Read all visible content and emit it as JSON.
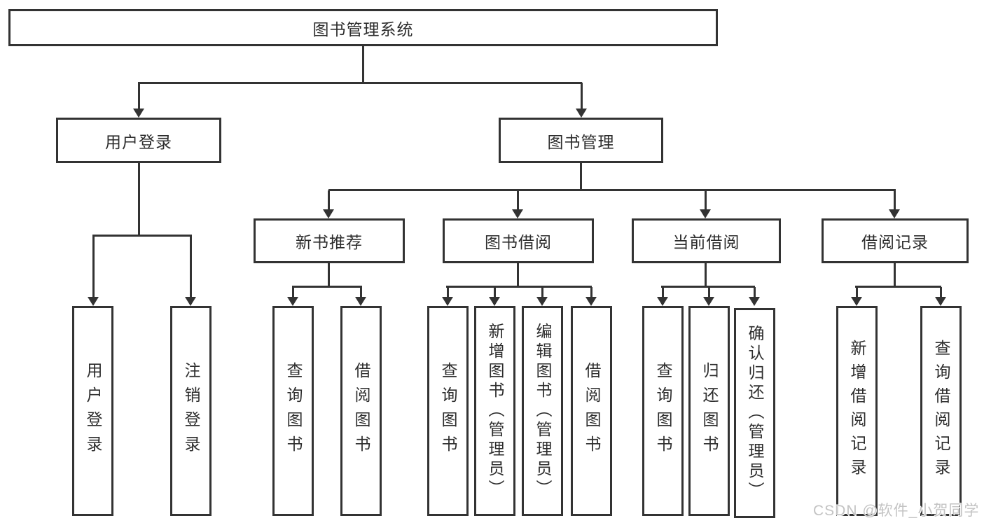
{
  "colors": {
    "line": "#333333",
    "text": "#2d2d2d",
    "watermark": "#c3c3c3",
    "background": "#ffffff"
  },
  "watermark": {
    "text": "CSDN @软件_小贺同学"
  },
  "nodes": {
    "root": {
      "label": "图书管理系统"
    },
    "l2": [
      {
        "label": "用户登录"
      },
      {
        "label": "图书管理"
      }
    ],
    "l3": [
      {
        "label": "新书推荐"
      },
      {
        "label": "图书借阅"
      },
      {
        "label": "当前借阅"
      },
      {
        "label": "借阅记录"
      }
    ],
    "leaves_user": [
      {
        "label": "用户登录"
      },
      {
        "label": "注销登录"
      }
    ],
    "leaves_newbook": [
      {
        "label": "查询图书"
      },
      {
        "label": "借阅图书"
      }
    ],
    "leaves_borrow": [
      {
        "label": "查询图书"
      },
      {
        "label": "新增图书（管理员）"
      },
      {
        "label": "编辑图书（管理员）"
      },
      {
        "label": "借阅图书"
      }
    ],
    "leaves_current": [
      {
        "label": "查询图书"
      },
      {
        "label": "归还图书"
      },
      {
        "label": "确认归还（管理员）"
      }
    ],
    "leaves_records": [
      {
        "label": "新增借阅记录"
      },
      {
        "label": "查询借阅记录"
      }
    ]
  }
}
